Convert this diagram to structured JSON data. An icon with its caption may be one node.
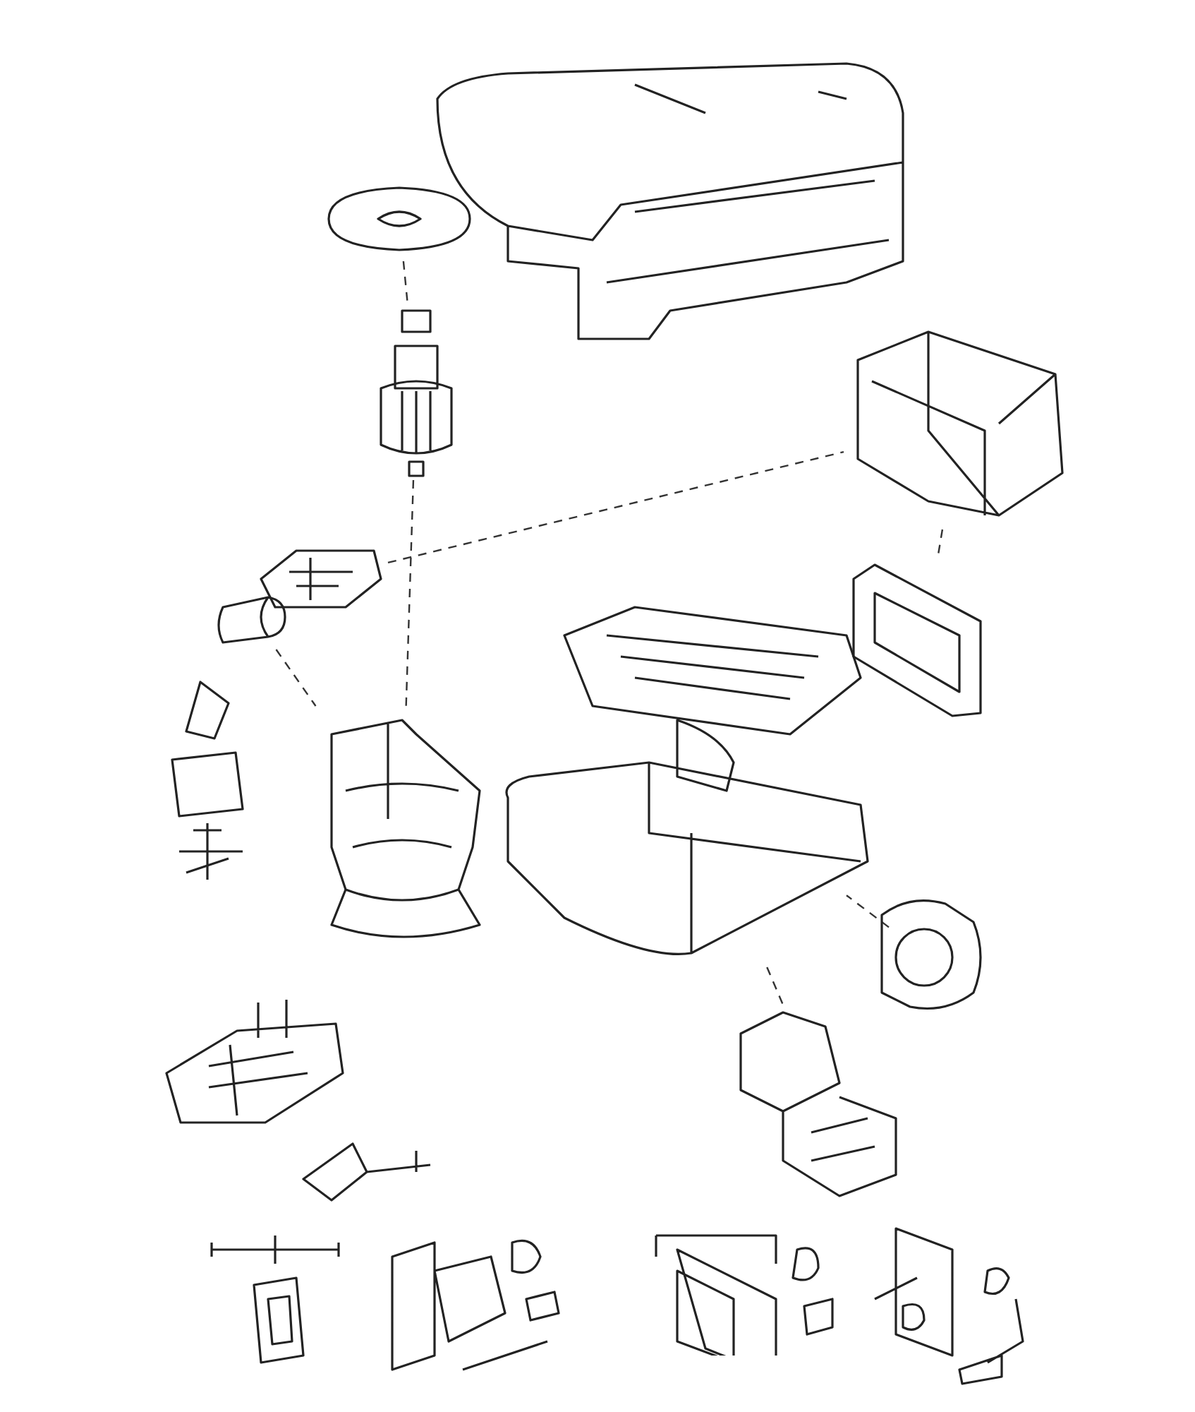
{
  "diagram": {
    "nodes": [
      {
        "text": [],
        "shape": "picture"
      },
      {
        "text": [],
        "shape": "picture"
      },
      {
        "text": [],
        "shape": "picture"
      },
      {
        "text": [],
        "shape": "picture"
      },
      {
        "text": [],
        "shape": "picture"
      },
      {
        "text": [],
        "shape": "picture"
      },
      {
        "text": [],
        "shape": "picture"
      },
      {
        "text": [],
        "shape": "picture"
      },
      {
        "text": [],
        "shape": "picture"
      },
      {
        "text": [],
        "shape": "picture"
      },
      {
        "text": [],
        "shape": "picture"
      },
      {
        "text": [],
        "shape": "picture"
      },
      {
        "text": [],
        "shape": "picture"
      },
      {
        "text": [],
        "shape": "picture"
      },
      {
        "text": [],
        "shape": "picture"
      },
      {
        "text": [],
        "shape": "picture"
      },
      {
        "text": [],
        "shape": "picture"
      },
      {
        "text": [],
        "shape": "picture"
      }
    ],
    "edges": [
      {
        "from": 1,
        "to": 2,
        "arrow": "none",
        "style": "dashed"
      },
      {
        "from": 2,
        "to": 6,
        "arrow": "none",
        "style": "dashed"
      },
      {
        "from": 3,
        "to": 8,
        "arrow": "none",
        "style": "dashed"
      },
      {
        "from": 4,
        "to": 6,
        "arrow": "none",
        "style": "dashed"
      },
      {
        "from": 7,
        "to": 10,
        "arrow": "none",
        "style": "dashed"
      },
      {
        "from": 7,
        "to": 11,
        "arrow": "none",
        "style": "dashed"
      },
      {
        "from": 8,
        "to": 9,
        "arrow": "none",
        "style": "dashed"
      }
    ]
  }
}
